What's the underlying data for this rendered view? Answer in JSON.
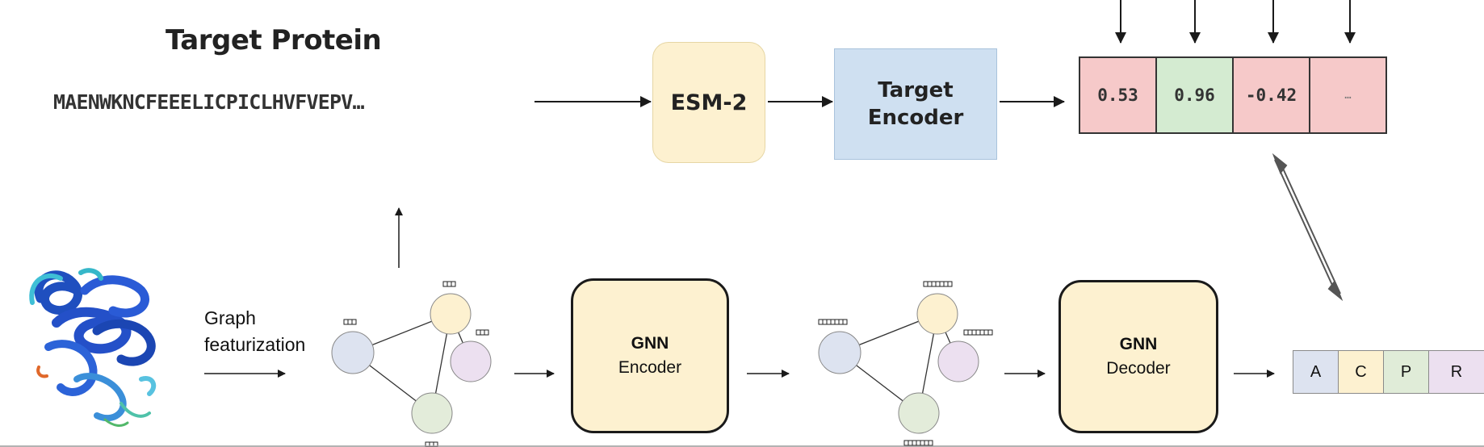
{
  "title": "Target Protein",
  "sequence": "MAENWKNCFEEELICPICLHVFVEPV…",
  "esm_label": "ESM-2",
  "target_encoder": {
    "line1": "Target",
    "line2": "Encoder"
  },
  "embedding": [
    {
      "value": "0.53",
      "color": "#f6c9c9"
    },
    {
      "value": "0.96",
      "color": "#d4ebd1"
    },
    {
      "value": "-0.42",
      "color": "#f6c9c9"
    },
    {
      "value": "…",
      "color": "#f6c9c9"
    }
  ],
  "graph_featurization": {
    "line1": "Graph",
    "line2": "featurization"
  },
  "gnn_encoder": {
    "title": "GNN",
    "subtitle": "Encoder"
  },
  "gnn_decoder": {
    "title": "GNN",
    "subtitle": "Decoder"
  },
  "tokens": [
    {
      "label": "A",
      "color": "#dde3f0"
    },
    {
      "label": "C",
      "color": "#fdf1d0"
    },
    {
      "label": "P",
      "color": "#e0ecd8"
    },
    {
      "label": "R",
      "color": "#ece0f0"
    }
  ],
  "node_colors": {
    "blue": "#dde3f0",
    "yellow": "#fdf1d0",
    "purple": "#ece0f0",
    "green": "#e3ecda"
  }
}
